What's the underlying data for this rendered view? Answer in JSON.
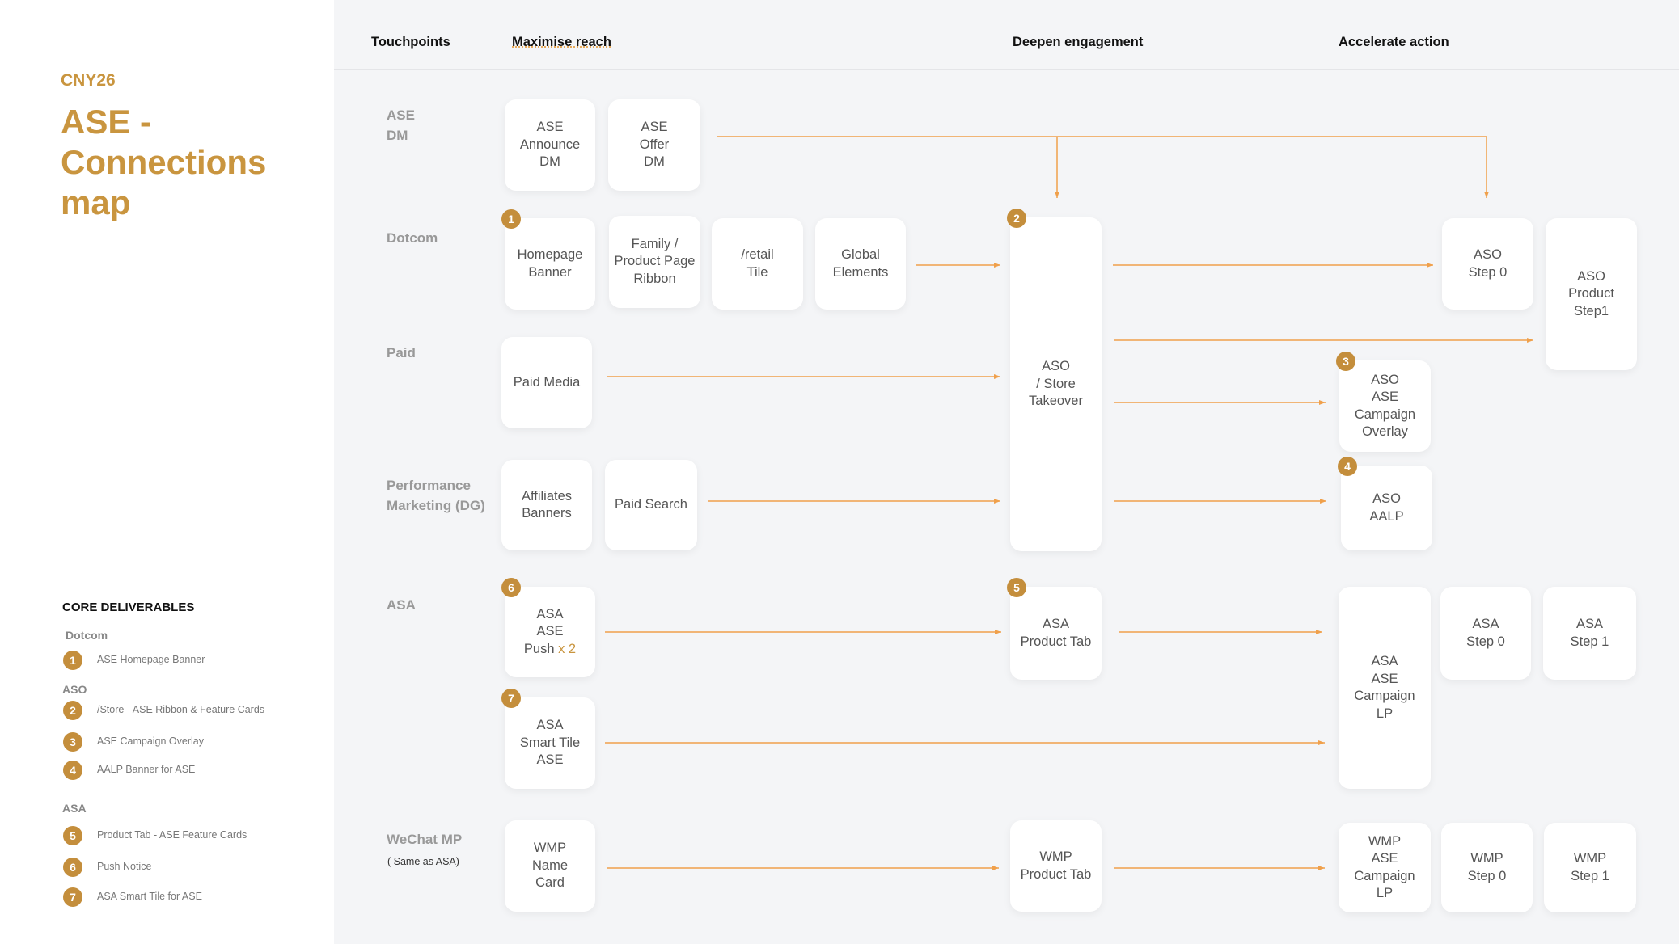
{
  "sidebar": {
    "eyebrow": "CNY26",
    "title": "ASE -\nConnections\nmap",
    "legend": {
      "title": "CORE DELIVERABLES",
      "groups": [
        {
          "label": "Dotcom",
          "items": [
            {
              "n": "1",
              "text": "ASE Homepage  Banner"
            }
          ]
        },
        {
          "label": "ASO",
          "items": [
            {
              "n": "2",
              "text": "/Store - ASE Ribbon & Feature Cards"
            },
            {
              "n": "3",
              "text": "ASE Campaign Overlay"
            },
            {
              "n": "4",
              "text": "AALP Banner for ASE"
            }
          ]
        },
        {
          "label": "ASA",
          "items": [
            {
              "n": "5",
              "text": "Product Tab - ASE  Feature Cards"
            },
            {
              "n": "6",
              "text": "Push Notice"
            },
            {
              "n": "7",
              "text": "ASA  Smart Tile for ASE"
            }
          ]
        }
      ]
    }
  },
  "header": {
    "touchpoints": "Touchpoints",
    "maximise": "Maximise reach",
    "deepen": "Deepen engagement",
    "accelerate": "Accelerate action"
  },
  "rows": [
    "ASE\nDM",
    "Dotcom",
    "Paid",
    "Performance\nMarketing (DG)",
    "ASA",
    "WeChat MP"
  ],
  "wechat_note": "( Same as ASA)",
  "cards": [
    {
      "text": "ASE\nAnnounce\nDM"
    },
    {
      "text": "ASE\nOffer\nDM"
    },
    {
      "text": "Homepage\nBanner",
      "badge": "1"
    },
    {
      "text": "Family /\nProduct Page\nRibbon"
    },
    {
      "text": "/retail\nTile"
    },
    {
      "text": "Global\nElements"
    },
    {
      "text": "ASO\n/ Store\nTakeover",
      "badge": "2"
    },
    {
      "text": "ASO\nStep 0"
    },
    {
      "text": "ASO\nProduct\nStep1"
    },
    {
      "text": "Paid Media"
    },
    {
      "text": "ASO\nASE\nCampaign\nOverlay",
      "badge": "3"
    },
    {
      "text": "Affiliates\nBanners"
    },
    {
      "text": "Paid Search"
    },
    {
      "text": "ASO\nAALP",
      "badge": "4"
    },
    {
      "text": "ASA\nASE\nPush ",
      "highlight": "x 2",
      "badge": "6"
    },
    {
      "text": "ASA\nProduct Tab",
      "badge": "5"
    },
    {
      "text": "ASA\nASE\nCampaign\nLP"
    },
    {
      "text": "ASA\nStep 0"
    },
    {
      "text": "ASA\nStep 1"
    },
    {
      "text": "ASA\nSmart Tile\nASE",
      "badge": "7"
    },
    {
      "text": "WMP\nName\nCard"
    },
    {
      "text": "WMP\nProduct Tab"
    },
    {
      "text": "WMP\nASE\nCampaign\nLP"
    },
    {
      "text": "WMP\nStep 0"
    },
    {
      "text": "WMP\nStep 1"
    }
  ],
  "colors": {
    "accent": "#c9953f",
    "arrow": "#f0a04b",
    "badge": "#c48e3c",
    "background": "#f4f5f7"
  }
}
